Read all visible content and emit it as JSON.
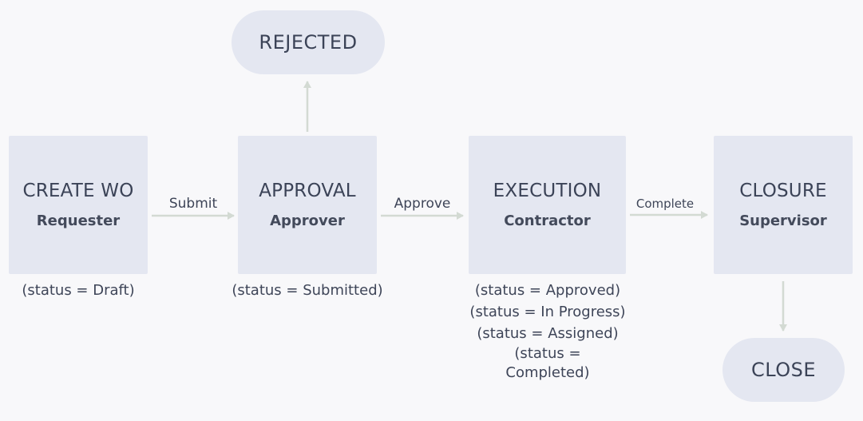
{
  "nodes": {
    "create": {
      "title": "CREATE WO",
      "role": "Requester",
      "statuses": [
        "(status = Draft)"
      ]
    },
    "approval": {
      "title": "APPROVAL",
      "role": "Approver",
      "statuses": [
        "(status = Submitted)"
      ]
    },
    "execution": {
      "title": "EXECUTION",
      "role": "Contractor",
      "statuses": [
        "(status = Approved)",
        "(status = In Progress)",
        "(status = Assigned)",
        "(status = Completed)"
      ]
    },
    "closure": {
      "title": "CLOSURE",
      "role": "Supervisor",
      "statuses": []
    },
    "rejected": {
      "title": "REJECTED"
    },
    "close": {
      "title": "CLOSE"
    }
  },
  "edges": {
    "submit": "Submit",
    "approve": "Approve",
    "complete": "Complete"
  },
  "colors": {
    "background": "#f8f8fa",
    "node_fill": "#e4e7f1",
    "arrow": "#d3dad3",
    "text": "#3b4357"
  }
}
